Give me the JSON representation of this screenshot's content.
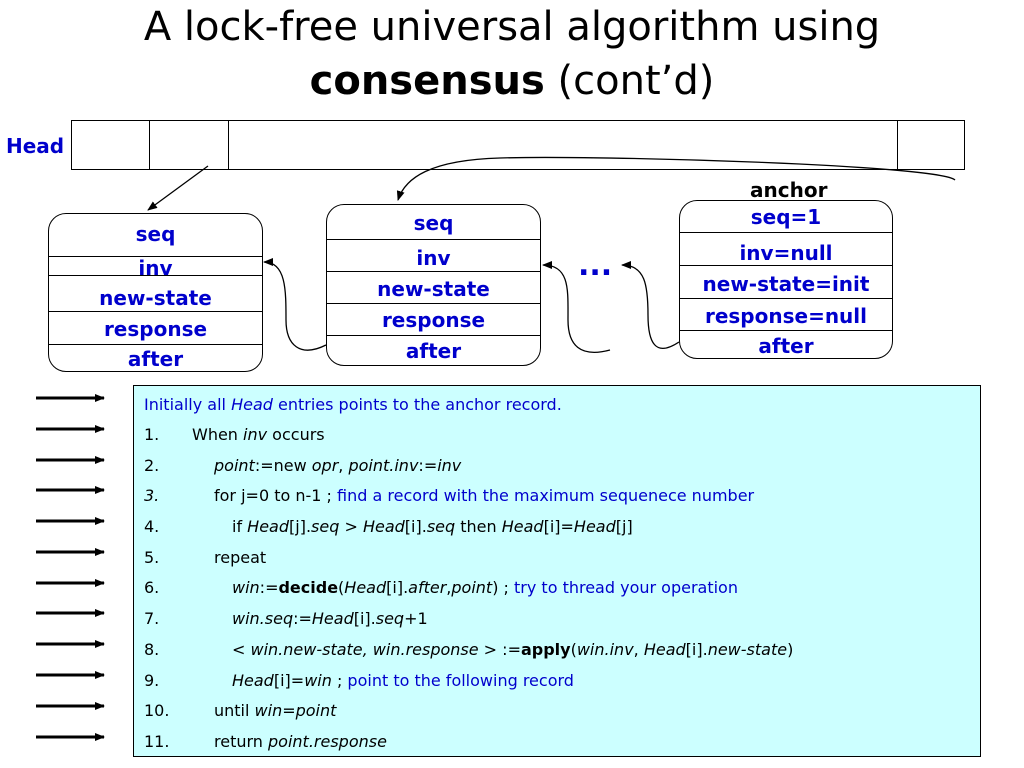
{
  "title": {
    "line1": "A lock-free universal algorithm using",
    "line2_bold": "consensus",
    "line2_rest": " (cont’d)"
  },
  "head": {
    "label": "Head"
  },
  "records": [
    {
      "fields": [
        "seq",
        "inv",
        "new-state",
        "response",
        "after"
      ]
    },
    {
      "fields": [
        "seq",
        "inv",
        "new-state",
        "response",
        "after"
      ]
    },
    {
      "fields": [
        "seq=1",
        "inv=null",
        "new-state=init",
        "response=null",
        "after"
      ]
    }
  ],
  "anchor_label": "anchor",
  "ellipsis": "...",
  "code": {
    "l0": {
      "a": "Initially all ",
      "b": "Head",
      "c": " entries points to the anchor record."
    },
    "l1": {
      "num": "1.",
      "a": "When ",
      "b": "inv",
      "c": " occurs"
    },
    "l2": {
      "num": "2.",
      "a": "point",
      "b": ":=new ",
      "c": "opr",
      "d": ", ",
      "e": "point.inv",
      "f": ":=",
      "g": "inv"
    },
    "l3": {
      "num": "3.",
      "a": "for j=0 to n-1 ; ",
      "b": "find a record with the maximum sequenece number"
    },
    "l4": {
      "num": "4.",
      "a": "if ",
      "b": "Head",
      "c": "[j].",
      "d": "seq",
      "e": " > ",
      "f": "Head",
      "g": "[i].",
      "h": "seq",
      "i": " then ",
      "j": "Head",
      "k": "[i]=",
      "l": "Head",
      "m": "[j]"
    },
    "l5": {
      "num": "5.",
      "a": "repeat"
    },
    "l6": {
      "num": "6.",
      "a": "win",
      "b": ":=",
      "c": "decide",
      "d": "(",
      "e": "Head",
      "f": "[i].",
      "g": "after",
      "h": ",",
      "i": "point",
      "j": ") ; ",
      "k": "try to thread your operation"
    },
    "l7": {
      "num": "7.",
      "a": "win.seq",
      "b": ":=",
      "c": "Head",
      "d": "[i].",
      "e": "seq",
      "f": "+1"
    },
    "l8": {
      "num": "8.",
      "a": "< ",
      "b": "win.new-state, win.response",
      "c": " > :=",
      "d": "apply",
      "e": "(",
      "f": "win.inv",
      "g": ", ",
      "h": "Head",
      "i": "[i].",
      "j": "new-state",
      "k": ")"
    },
    "l9": {
      "num": "9.",
      "a": "Head",
      "b": "[i]=",
      "c": "win",
      "d": " ; ",
      "e": "point to the following record"
    },
    "l10": {
      "num": "10.",
      "a": "until ",
      "b": "win=point"
    },
    "l11": {
      "num": "11.",
      "a": "return ",
      "b": "point.response"
    }
  },
  "colors": {
    "accent_blue": "#0000cc",
    "code_bg": "#ccffff"
  }
}
